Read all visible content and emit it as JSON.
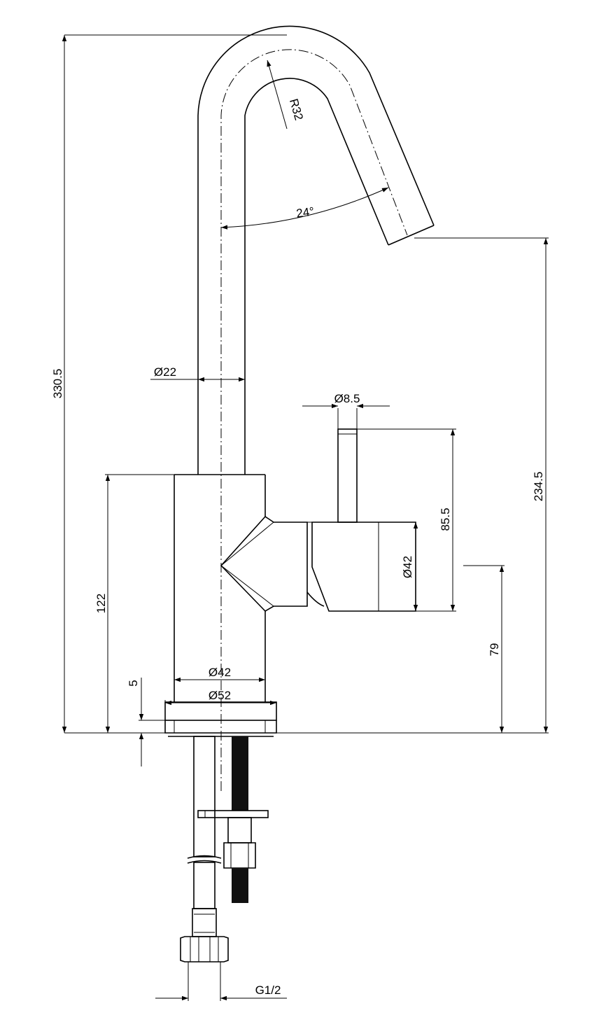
{
  "dimensions": {
    "overall_height": "330.5",
    "bend_radius": "R32",
    "spout_angle": "24°",
    "spout_diameter": "Ø22",
    "lever_diameter": "Ø8.5",
    "body_height": "122",
    "lever_height": "85.5",
    "handle_diameter": "Ø42",
    "spout_outlet_height": "234.5",
    "handle_axis_height": "79",
    "body_diameter": "Ø42",
    "base_diameter": "Ø52",
    "base_thickness": "5",
    "connection_thread": "G1/2"
  },
  "colors": {
    "line": "#000000",
    "background": "#ffffff"
  }
}
